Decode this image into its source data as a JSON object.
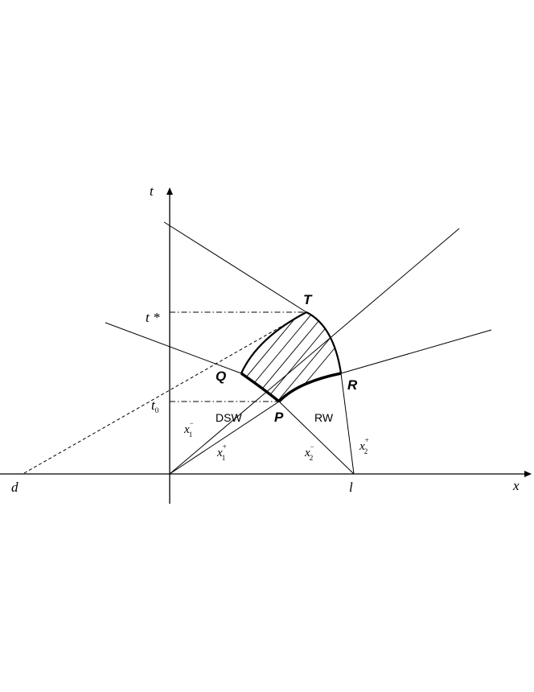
{
  "axes": {
    "x_label": "x",
    "t_label": "t"
  },
  "ticks": {
    "d": "d",
    "l": "l",
    "t_star": "t *",
    "t0_main": "t",
    "t0_sub": "0"
  },
  "points": {
    "T": "T",
    "Q": "Q",
    "R": "R",
    "P": "P"
  },
  "regions": {
    "dsw": "DSW",
    "rw": "RW"
  },
  "characteristics": {
    "x1_minus": {
      "base": "x",
      "sub": "1",
      "sup": "−"
    },
    "x1_plus": {
      "base": "x",
      "sub": "1",
      "sup": "+"
    },
    "x2_minus": {
      "base": "x",
      "sub": "2",
      "sup": "−"
    },
    "x2_plus": {
      "base": "x",
      "sub": "2",
      "sup": "+"
    }
  }
}
